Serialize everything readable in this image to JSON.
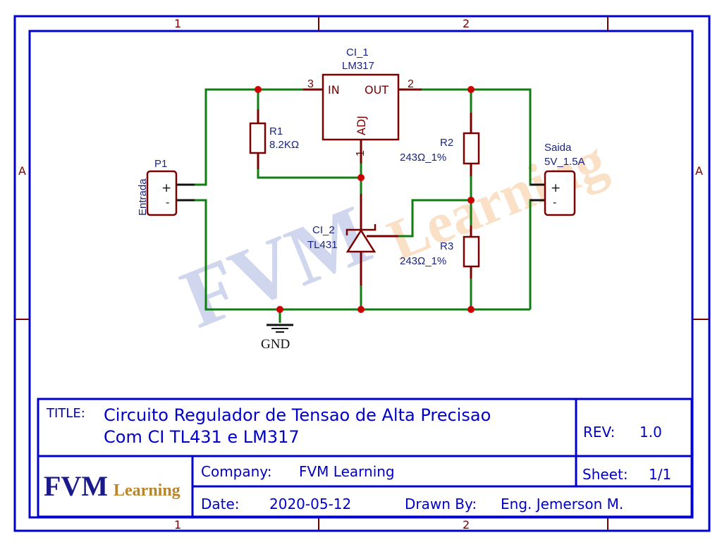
{
  "frame": {
    "column_labels": [
      "1",
      "2"
    ],
    "row_labels": [
      "A"
    ]
  },
  "watermark": {
    "primary": "FVM",
    "secondary": "Learning"
  },
  "components": {
    "lm317": {
      "ref": "CI_1",
      "value": "LM317",
      "pin_in": "IN",
      "pin_out": "OUT",
      "pin_adj": "ADJ",
      "pin_in_num": "3",
      "pin_out_num": "2",
      "pin_adj_num": "1"
    },
    "r1": {
      "ref": "R1",
      "value": "8.2KΩ"
    },
    "r2": {
      "ref": "R2",
      "value": "243Ω_1%"
    },
    "r3": {
      "ref": "R3",
      "value": "243Ω_1%"
    },
    "tl431": {
      "ref": "CI_2",
      "value": "TL431"
    },
    "p1": {
      "ref": "P1",
      "name": "Entrada",
      "plus": "+",
      "minus": "-"
    },
    "out": {
      "ref": "Saida",
      "value": "5V_1.5A",
      "plus": "+",
      "minus": "-"
    },
    "gnd": {
      "label": "GND"
    }
  },
  "title_block": {
    "title_label": "TITLE:",
    "title_line1": "Circuito Regulador de Tensao de Alta Precisao",
    "title_line2": "Com CI TL431 e LM317",
    "rev_label": "REV:",
    "rev_value": "1.0",
    "company_label": "Company:",
    "company_value": "FVM Learning",
    "sheet_label": "Sheet:",
    "sheet_value": "1/1",
    "date_label": "Date:",
    "date_value": "2020-05-12",
    "drawn_label": "Drawn By:",
    "drawn_value": "Eng. Jemerson M.",
    "logo_main": "FVM",
    "logo_sub": "Learning"
  },
  "colors": {
    "frame": "#0000cc",
    "wire": "#0f7d0f",
    "component": "#7a0000",
    "junction": "#cc0000",
    "label": "#1a237e"
  }
}
